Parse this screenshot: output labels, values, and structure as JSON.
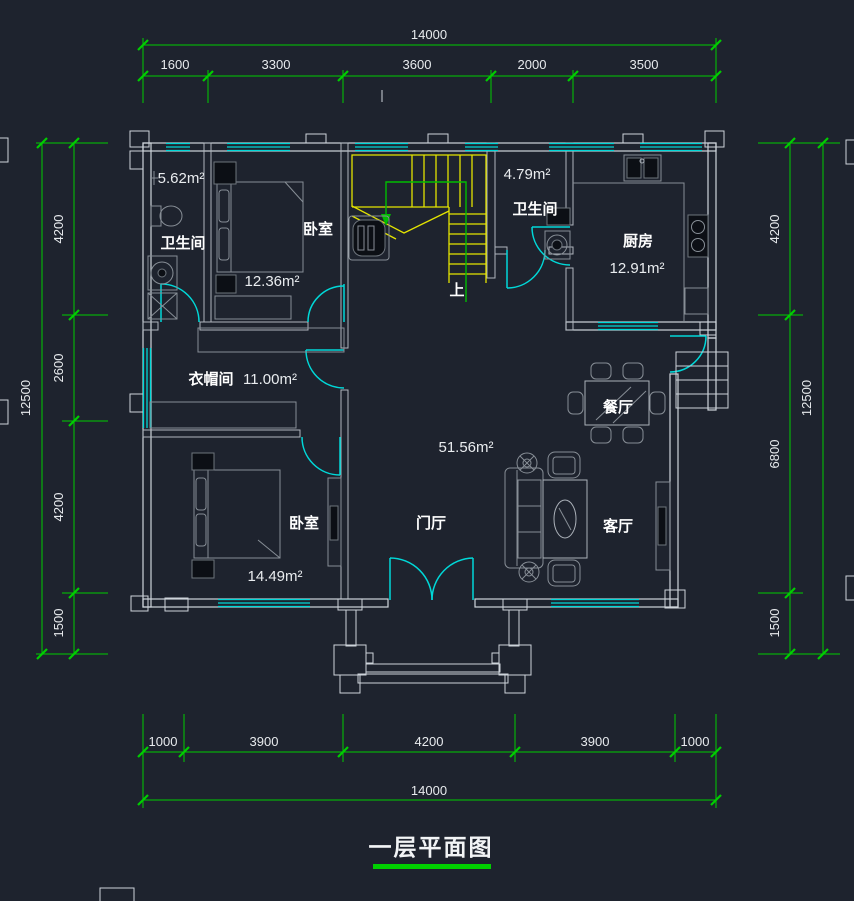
{
  "title": {
    "text": "一层平面图"
  },
  "colors": {
    "background": "#1e232e",
    "dimension_green": "#00ce00",
    "wall_gray": "#ced4db",
    "window_door_cyan": "#00d8d8",
    "stairs_yellow": "#e4e400",
    "text_white": "#f2f4f6"
  },
  "dimensions": {
    "top": {
      "total": "14000",
      "segments": [
        "1600",
        "3300",
        "3600",
        "2000",
        "3500"
      ]
    },
    "bottom": {
      "total": "14000",
      "segments": [
        "1000",
        "3900",
        "4200",
        "3900",
        "1000"
      ]
    },
    "left": {
      "total": "12500",
      "segments": [
        "4200",
        "2600",
        "4200",
        "1500"
      ]
    },
    "right": {
      "total": "12500",
      "segments": [
        "4200",
        "6800",
        "1500"
      ]
    }
  },
  "rooms": {
    "bathroom1": {
      "label": "卫生间",
      "area": "5.62m²"
    },
    "bedroom1": {
      "label": "卧室",
      "area": "12.36m²"
    },
    "bathroom2": {
      "label": "卫生间",
      "area": "4.79m²"
    },
    "kitchen": {
      "label": "厨房",
      "area": "12.91m²"
    },
    "cloakroom": {
      "label": "衣帽间",
      "area": "11.00m²"
    },
    "hall": {
      "label": "门厅",
      "area": "51.56m²"
    },
    "living": {
      "label": "客厅"
    },
    "dining": {
      "label": "餐厅"
    },
    "bedroom2": {
      "label": "卧室",
      "area": "14.49m²"
    }
  },
  "stairs": {
    "direction_label": "上"
  }
}
